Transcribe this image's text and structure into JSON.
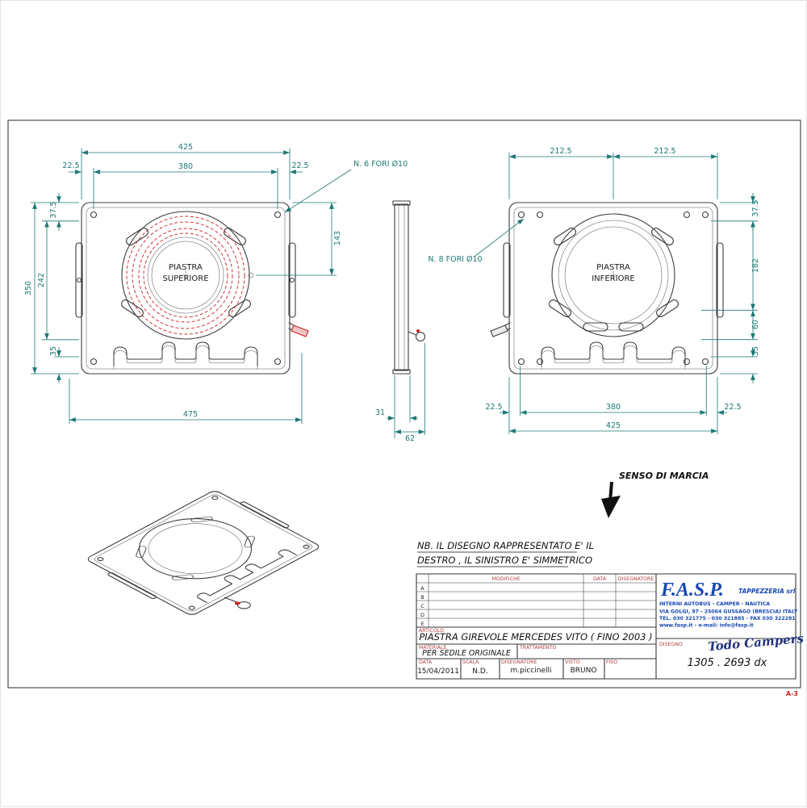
{
  "sheet": {
    "format": "A-3"
  },
  "colors": {
    "dimension": "#1d7874",
    "outline": "#3c3c3e",
    "highlight_red": "#cc2222",
    "brand_blue": "#1748b0"
  },
  "views": {
    "superiore": {
      "title_line1": "PIASTRA",
      "title_line2": "SUPERIORE",
      "note": "N. 6 FORI Ø10",
      "dim_top_total": "425",
      "dim_top_inner": "380",
      "dim_top_left": "22.5",
      "dim_top_right": "22.5",
      "dim_left_total": "350",
      "dim_left_mid": "242",
      "dim_left_top": "37.5",
      "dim_left_bottom": "35",
      "dim_right": "143",
      "dim_bottom": "475"
    },
    "side": {
      "dim_inner": "31",
      "dim_total": "62"
    },
    "inferiore": {
      "title_line1": "PIASTRA",
      "title_line2": "INFERIORE",
      "note": "N. 8 FORI Ø10",
      "dim_top_left": "212.5",
      "dim_top_right": "212.5",
      "dim_right_top": "37.5",
      "dim_right_mid": "182",
      "dim_right_low": "60",
      "dim_right_bottom": "35",
      "dim_bottom_left": "22.5",
      "dim_bottom_inner": "380",
      "dim_bottom_right": "22.5",
      "dim_bottom_total": "425"
    }
  },
  "notes": {
    "direction": "SENSO DI MARCIA",
    "nb_line1": "NB. IL DISEGNO RAPPRESENTATO E' IL",
    "nb_line2": "DESTRO , IL SINISTRO E' SIMMETRICO"
  },
  "title_block": {
    "rev_headers": {
      "modifiche": "MODIFICHE",
      "data": "DATA",
      "disegnatore": "DISEGNATORE"
    },
    "rev_rows": [
      "A",
      "B",
      "C",
      "D",
      "E"
    ],
    "articolo_label": "ARTICOLO",
    "articolo_value": "PIASTRA GIREVOLE MERCEDES VITO ( FINO 2003 )",
    "materiale_label": "MATERIALE",
    "materiale_value": "PER SEDILE ORIGINALE",
    "trattamento_label": "TRATTAMENTO",
    "data_label": "DATA",
    "data_value": "15/04/2011",
    "scala_label": "SCALA",
    "scala_value": "N.D.",
    "disegnatore_label": "DISEGNATORE",
    "disegnatore_value": "m.piccinelli",
    "visto_label": "VISTO",
    "visto_value": "BRUNO",
    "fiso_label": "FISO",
    "disegno_label": "DISEGNO",
    "disegno_value": "1305 . 2693 dx",
    "company": {
      "name": "F.A.S.P.",
      "type": "TAPPEZZERIA srl",
      "line1": "INTERNI AUTOBUS - CAMPER - NAUTICA",
      "line2": "VIA GOLGI, 97 - 25064 GUSSAGO (BRESCIA) ITALY",
      "line3": "TEL. 030 321775 - 030 321885 - FAX 030 322281",
      "line4": "www.fasp.it - e-mail: info@fasp.it"
    },
    "watermark": "Todo Campers"
  }
}
